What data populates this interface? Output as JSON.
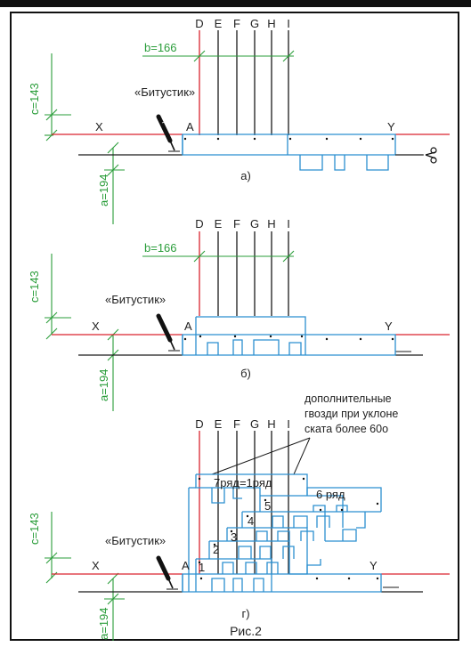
{
  "colors": {
    "roof": "#2b8fd0",
    "eaves": "#d9232e",
    "dim": "#2a9d3a",
    "ink": "#1a1a1a"
  },
  "diagrams": [
    {
      "line_labels": [
        "D",
        "E",
        "F",
        "G",
        "H",
        "I"
      ],
      "dim_b": "b=166",
      "dim_c": "c=143",
      "dim_a": "a=194",
      "tool_label": "«Битустик»",
      "point_x": "X",
      "point_a": "A",
      "point_y": "Y",
      "caption": "а)"
    },
    {
      "line_labels": [
        "D",
        "E",
        "F",
        "G",
        "H",
        "I"
      ],
      "dim_b": "b=166",
      "dim_c": "c=143",
      "dim_a": "a=194",
      "tool_label": "«Битустик»",
      "point_x": "X",
      "point_a": "A",
      "point_y": "Y",
      "caption": "б)"
    },
    {
      "line_labels": [
        "D",
        "E",
        "F",
        "G",
        "H",
        "I"
      ],
      "dim_c": "c=143",
      "dim_a": "a=194",
      "tool_label": "«Битустик»",
      "point_x": "X",
      "point_a": "A",
      "point_y": "Y",
      "note": [
        "дополнительные",
        "гвозди при уклоне",
        "ската более 60о"
      ],
      "row_label_7": "7ряд=1ряд",
      "row_label_6": "6 ряд",
      "row_numbers": [
        "1",
        "2",
        "3",
        "4",
        "5"
      ],
      "caption": "г)"
    }
  ],
  "figure_caption": "Рис.2"
}
